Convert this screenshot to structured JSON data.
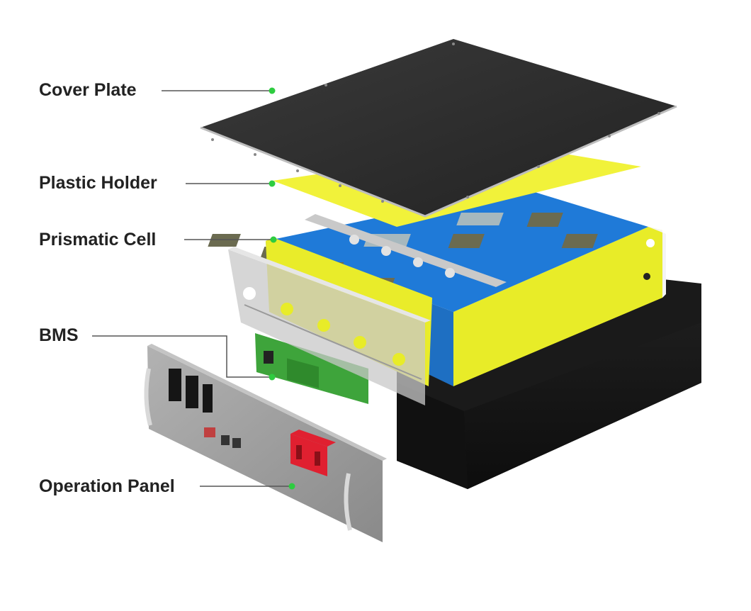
{
  "labels": {
    "cover_plate": "Cover Plate",
    "plastic_holder": "Plastic Holder",
    "prismatic_cell": "Prismatic Cell",
    "bms": "BMS",
    "operation_panel": "Operation Panel"
  },
  "colors": {
    "label_text": "#222222",
    "leader_line": "#555555",
    "marker": "#2ecc40",
    "cover_plate": "#2f2f2f",
    "plastic_holder": "#f1f23a",
    "cell_wrap": "#e9ec2a",
    "cell_blue": "#1f7ad8",
    "housing": "#1a1a1a",
    "bms_board": "#3ea43b",
    "panel": "#9b9b9b",
    "connector_red": "#e02030"
  },
  "icons": {
    "marker": "green-dot-marker"
  }
}
